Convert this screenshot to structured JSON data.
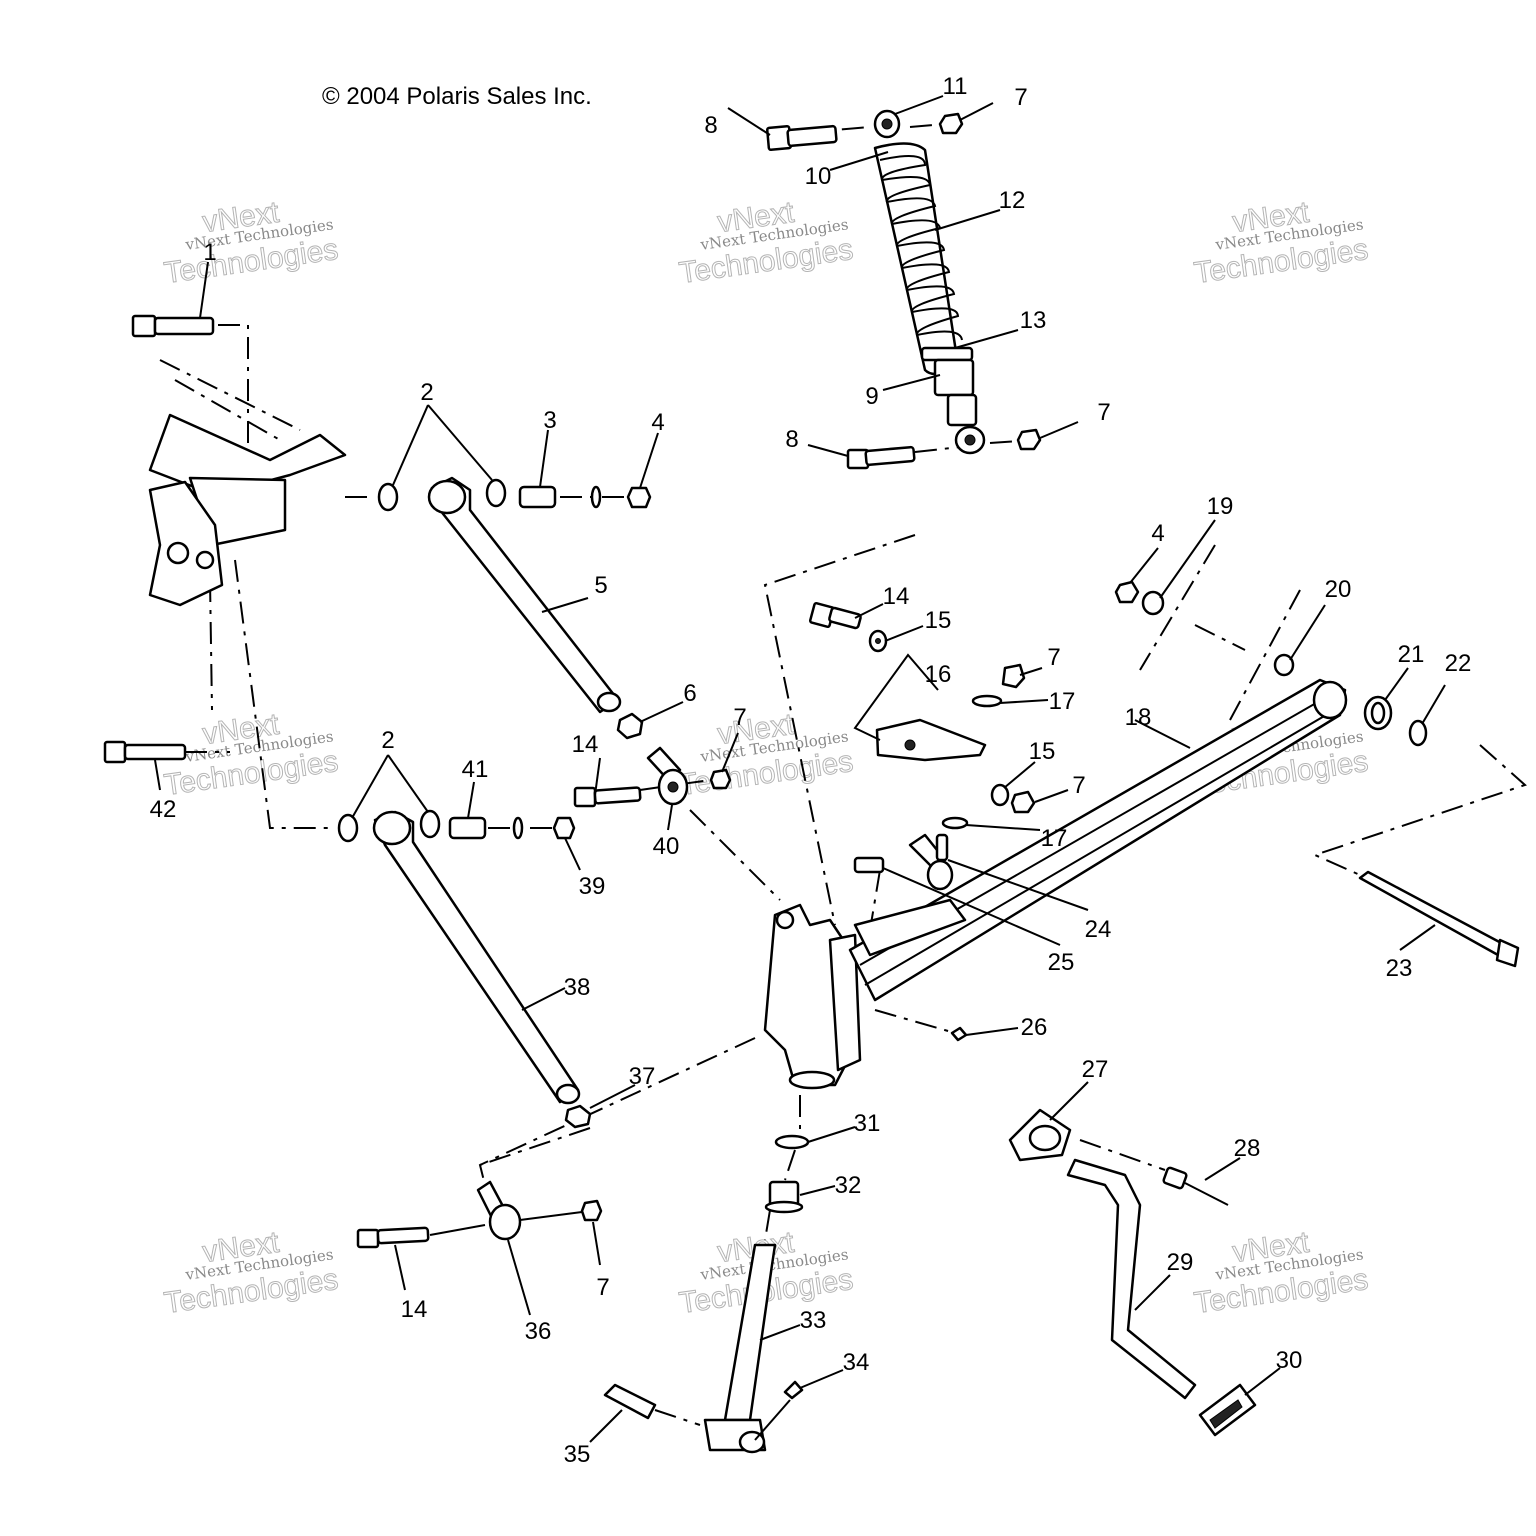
{
  "copyright": "© 2004 Polaris Sales Inc.",
  "watermark": {
    "line1": "vNext Technologies",
    "line2": "vNext",
    "line3": "Technologies"
  },
  "callouts": {
    "c1": "1",
    "c2a": "2",
    "c2b": "2",
    "c3": "3",
    "c4a": "4",
    "c4b": "4",
    "c5": "5",
    "c6": "6",
    "c7a": "7",
    "c7b": "7",
    "c7c": "7",
    "c7d": "7",
    "c7e": "7",
    "c7f": "7",
    "c8a": "8",
    "c8b": "8",
    "c9": "9",
    "c10": "10",
    "c11": "11",
    "c12": "12",
    "c13": "13",
    "c14a": "14",
    "c14b": "14",
    "c14c": "14",
    "c15a": "15",
    "c15b": "15",
    "c16": "16",
    "c17a": "17",
    "c17b": "17",
    "c18": "18",
    "c19": "19",
    "c20": "20",
    "c21": "21",
    "c22": "22",
    "c23": "23",
    "c24": "24",
    "c25": "25",
    "c26": "26",
    "c27": "27",
    "c28": "28",
    "c29": "29",
    "c30": "30",
    "c31": "31",
    "c32": "32",
    "c33": "33",
    "c34": "34",
    "c35": "35",
    "c36": "36",
    "c37": "37",
    "c38": "38",
    "c39": "39",
    "c40": "40",
    "c41": "41",
    "c42": "42"
  }
}
